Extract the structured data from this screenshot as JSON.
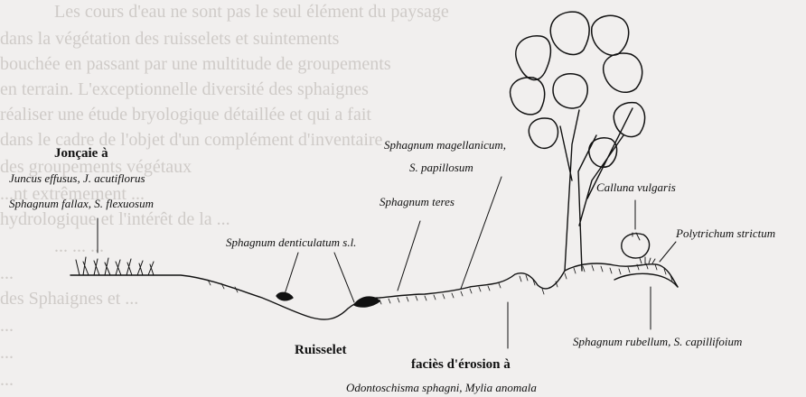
{
  "bleed_through": [
    "Les cours d'eau ne sont pas le seul élément du paysage",
    "dans la végétation des ruisselets et suintements",
    "bouchée en passant par une multitude de groupements",
    "en terrain. L'exceptionnelle diversité des sphaignes",
    "réaliser une étude bryologique détaillée et qui a fait",
    "dans le cadre de l'objet d'un complément d'inventaire",
    "                 des groupements végétaux",
    "   ...nt extrêmement ...",
    "hydrologique et l'intérêt de la ...",
    "   ...  ...  ...",
    "...",
    "des Sphaignes et ...",
    "...",
    "...",
    "..."
  ],
  "labels": {
    "joncaie_title": "Jonçaie à",
    "joncaie_line1": "Juncus effusus, J. acutiflorus",
    "joncaie_line2": "Sphagnum fallax, S. flexuosum",
    "sph_magellanicum_1": "Sphagnum magellanicum,",
    "sph_magellanicum_2": "S. papillosum",
    "sph_teres": "Sphagnum teres",
    "sph_denticulatum": "Sphagnum denticulatum s.l.",
    "ruisselet": "Ruisselet",
    "erosion_title": "faciès d'érosion à",
    "erosion_species": "Odontoschisma sphagni, Mylia anomala",
    "calluna": "Calluna vulgaris",
    "polytrichum": "Polytrichum strictum",
    "sph_rubellum": "Sphagnum rubellum, S. capillifoium"
  },
  "colors": {
    "ink": "#111111",
    "paper": "#f1efee",
    "bleed": "#cfcbc8"
  }
}
